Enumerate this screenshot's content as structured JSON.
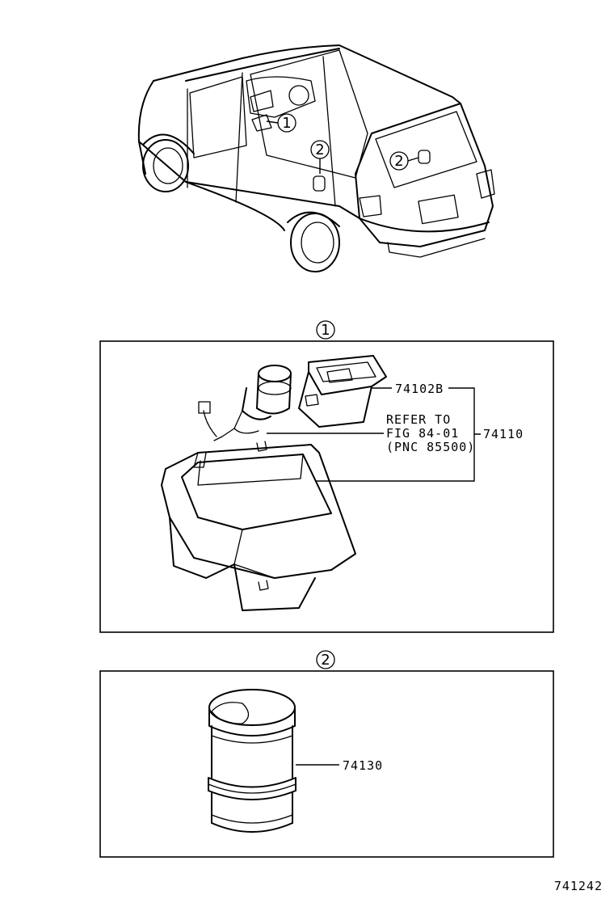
{
  "callouts": {
    "one": "1",
    "two": "2"
  },
  "panel1": {
    "part_74102B": "74102B",
    "refer_line1": "REFER TO",
    "refer_line2": "FIG 84-01",
    "refer_line3": "(PNC 85500)",
    "part_74110": "74110"
  },
  "panel2": {
    "part_74130": "74130"
  },
  "figure_number": "741242"
}
